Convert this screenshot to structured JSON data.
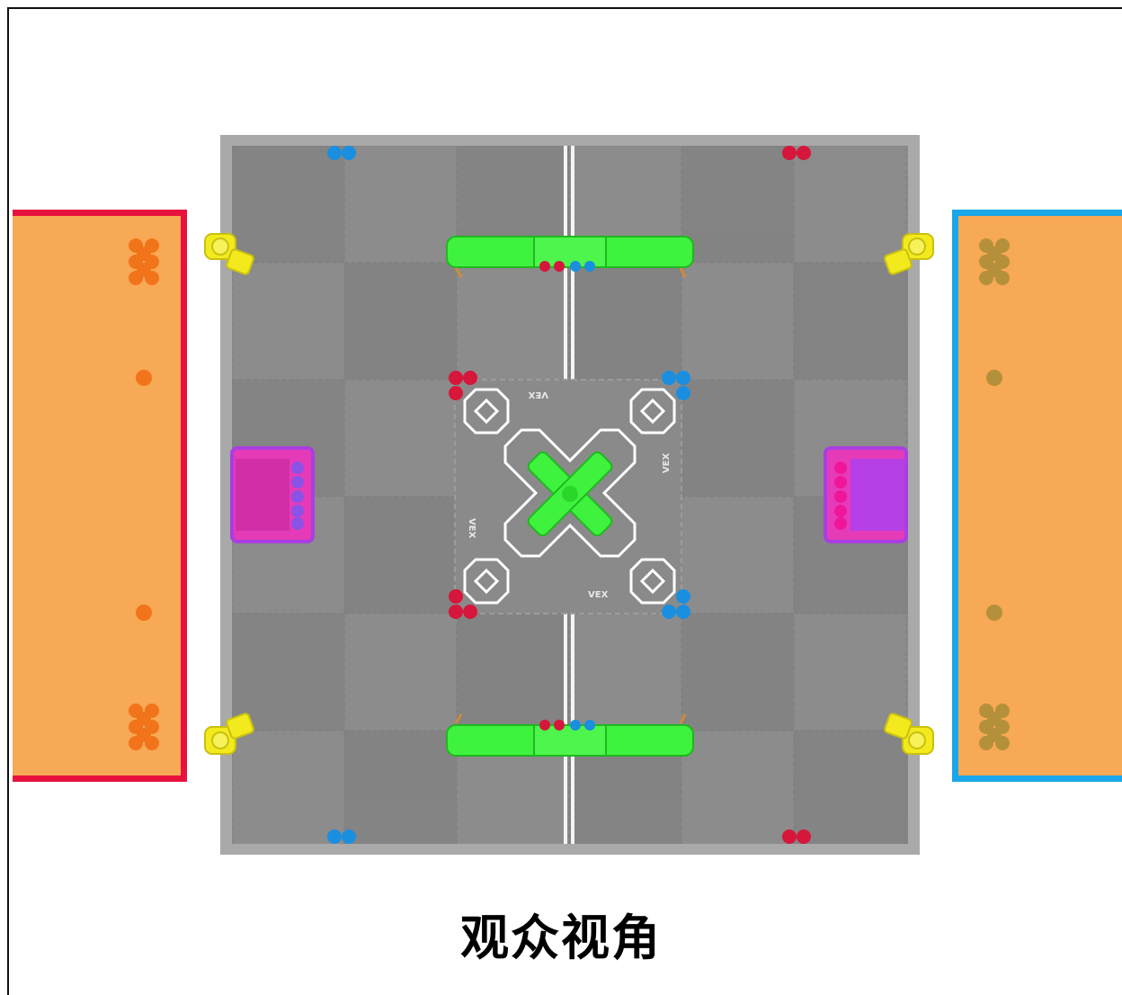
{
  "caption": "观众视角",
  "field_logo_text": "VEX",
  "colors": {
    "red_alliance": "#e8113d",
    "blue_alliance": "#1aa6e8",
    "zone_fill": "#f7a955",
    "field_tile_light": "#8f8f8f",
    "field_tile_dark": "#7f7f7f",
    "wall": "#a9a9a9",
    "goal_green": "#3ef23e",
    "goal_yellow": "#f2ea1c",
    "goal_magenta": "#e63bb8",
    "ball_red": "#d6163a",
    "ball_blue": "#1a8fe0",
    "ball_purple": "#8a52e6",
    "ball_pink": "#f0169a"
  },
  "icons": {
    "goal_long": "green-long-goal",
    "goal_corner": "yellow-corner-goal",
    "goal_side": "magenta-side-goal",
    "goal_center": "green-center-x-goal"
  }
}
